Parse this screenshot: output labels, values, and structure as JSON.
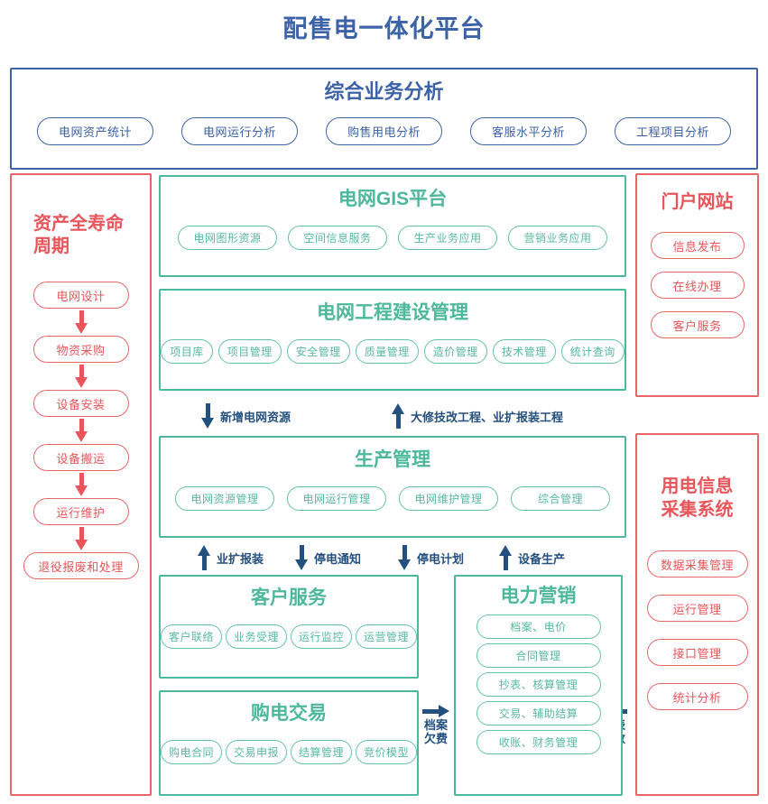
{
  "page": {
    "title": "配售电一体化平台"
  },
  "colors": {
    "title_blue": "#3c62a8",
    "panel_blue": "#3c62a8",
    "panel_green": "#4db89b",
    "panel_red": "#e8666a",
    "arrow_navy": "#24507f",
    "arrow_red": "#e8555a"
  },
  "top_panel": {
    "title": "综合业务分析",
    "items": [
      "电网资产统计",
      "电网运行分析",
      "购售用电分析",
      "客服水平分析",
      "工程项目分析"
    ]
  },
  "lifecycle": {
    "title": "资产全寿命\n周期",
    "title_line1": "资产全寿命",
    "title_line2": "周期",
    "steps": [
      "电网设计",
      "物资采购",
      "设备安装",
      "设备搬运",
      "运行维护",
      "退役报废和处理"
    ]
  },
  "gis": {
    "title": "电网GIS平台",
    "items": [
      "电网图形资源",
      "空间信息服务",
      "生产业务应用",
      "营销业务应用"
    ]
  },
  "engineering": {
    "title": "电网工程建设管理",
    "items": [
      "项目库",
      "项目管理",
      "安全管理",
      "质量管理",
      "造价管理",
      "技术管理",
      "统计查询"
    ]
  },
  "production": {
    "title": "生产管理",
    "items": [
      "电网资源管理",
      "电网运行管理",
      "电网维护管理",
      "综合管理"
    ]
  },
  "customer_service": {
    "title": "客户服务",
    "items": [
      "客户联络",
      "业务受理",
      "运行监控",
      "运营管理"
    ]
  },
  "power_purchase": {
    "title": "购电交易",
    "items": [
      "购电合同",
      "交易申报",
      "结算管理",
      "竞价模型"
    ]
  },
  "marketing": {
    "title": "电力营销",
    "items": [
      "档案、电价",
      "合同管理",
      "抄表、核算管理",
      "交易、辅助结算",
      "收账、财务管理"
    ]
  },
  "portal": {
    "title": "门户网站",
    "items": [
      "信息发布",
      "在线办理",
      "客户服务"
    ]
  },
  "collection": {
    "title": "用电信息\n采集系统",
    "title_line1": "用电信息",
    "title_line2": "采集系统",
    "items": [
      "数据采集管理",
      "运行管理",
      "接口管理",
      "统计分析"
    ]
  },
  "connectors": {
    "eng_to_prod_down": "新增电网资源",
    "prod_to_eng_up": "大修技改工程、业扩报装工程",
    "cs_to_prod_up": "业扩报装",
    "prod_to_cs_down": "停电通知",
    "prod_to_mk_down": "停电计划",
    "mk_to_prod_up": "设备生产",
    "purchase_to_mk_line1": "档案",
    "purchase_to_mk_line2": "欠费",
    "collection_to_mk_line1": "抄表",
    "collection_to_mk_line2": "示数"
  }
}
